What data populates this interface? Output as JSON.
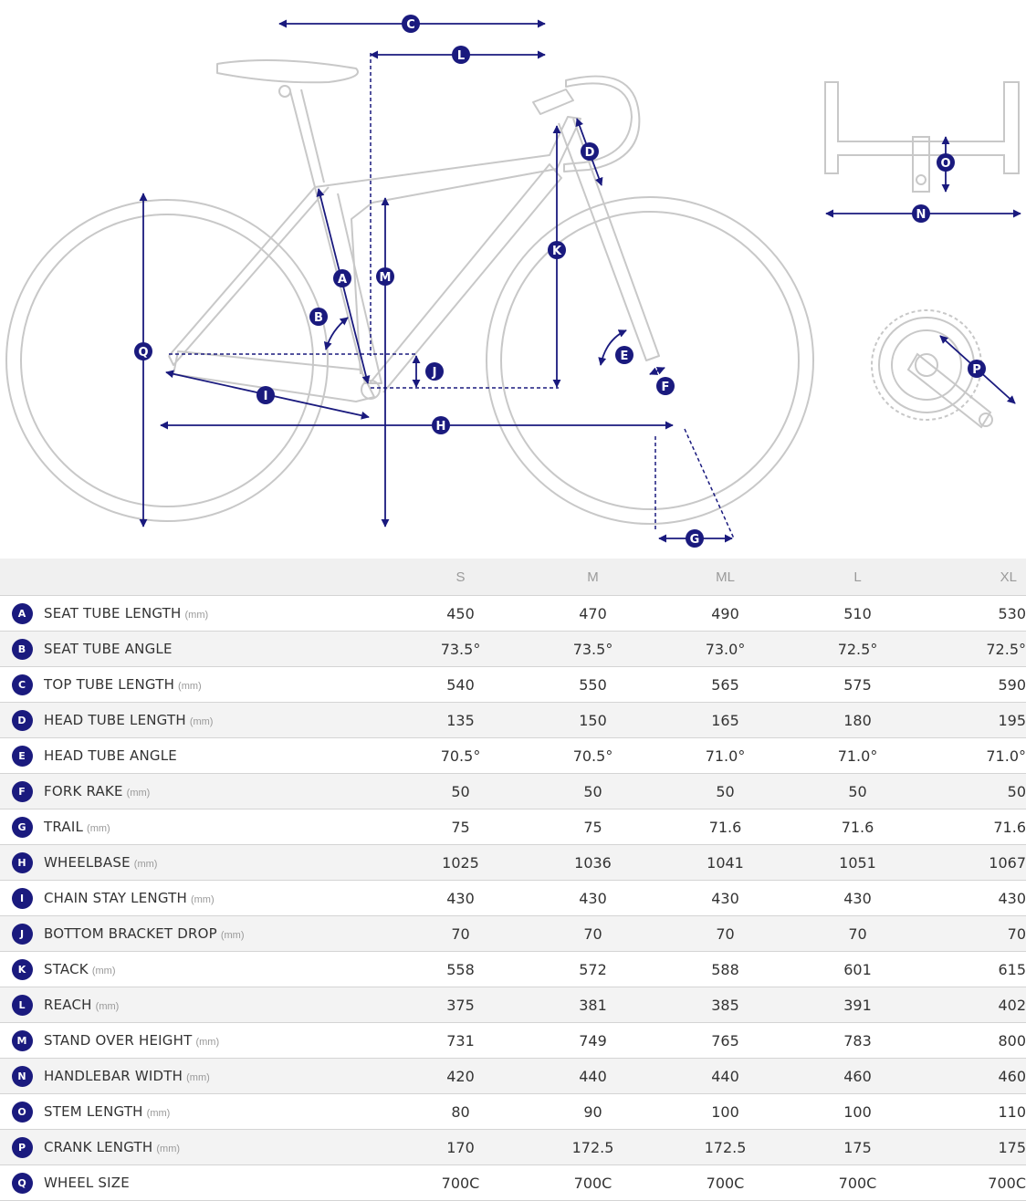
{
  "diagram_labels": {
    "A": "A",
    "B": "B",
    "C": "C",
    "D": "D",
    "E": "E",
    "F": "F",
    "G": "G",
    "H": "H",
    "I": "I",
    "J": "J",
    "K": "K",
    "L": "L",
    "M": "M",
    "N": "N",
    "O": "O",
    "P": "P",
    "Q": "Q"
  },
  "colors": {
    "accent": "#1a1a7e",
    "frame_line": "#c8c8c8",
    "header_bg": "#f0f0f0",
    "row_alt_bg": "#f3f3f3"
  },
  "table": {
    "headers": [
      "S",
      "M",
      "ML",
      "L",
      "XL"
    ],
    "rows": [
      {
        "letter": "A",
        "name": "SEAT TUBE LENGTH",
        "unit": "(mm)",
        "values": [
          "450",
          "470",
          "490",
          "510",
          "530"
        ]
      },
      {
        "letter": "B",
        "name": "SEAT TUBE ANGLE",
        "unit": "",
        "values": [
          "73.5°",
          "73.5°",
          "73.0°",
          "72.5°",
          "72.5°"
        ]
      },
      {
        "letter": "C",
        "name": "TOP TUBE LENGTH",
        "unit": "(mm)",
        "values": [
          "540",
          "550",
          "565",
          "575",
          "590"
        ]
      },
      {
        "letter": "D",
        "name": "HEAD TUBE LENGTH",
        "unit": "(mm)",
        "values": [
          "135",
          "150",
          "165",
          "180",
          "195"
        ]
      },
      {
        "letter": "E",
        "name": "HEAD TUBE ANGLE",
        "unit": "",
        "values": [
          "70.5°",
          "70.5°",
          "71.0°",
          "71.0°",
          "71.0°"
        ]
      },
      {
        "letter": "F",
        "name": "FORK RAKE",
        "unit": "(mm)",
        "values": [
          "50",
          "50",
          "50",
          "50",
          "50"
        ]
      },
      {
        "letter": "G",
        "name": "TRAIL",
        "unit": "(mm)",
        "values": [
          "75",
          "75",
          "71.6",
          "71.6",
          "71.6"
        ]
      },
      {
        "letter": "H",
        "name": "WHEELBASE",
        "unit": "(mm)",
        "values": [
          "1025",
          "1036",
          "1041",
          "1051",
          "1067"
        ]
      },
      {
        "letter": "I",
        "name": "CHAIN STAY LENGTH",
        "unit": "(mm)",
        "values": [
          "430",
          "430",
          "430",
          "430",
          "430"
        ]
      },
      {
        "letter": "J",
        "name": "BOTTOM BRACKET DROP",
        "unit": "(mm)",
        "values": [
          "70",
          "70",
          "70",
          "70",
          "70"
        ]
      },
      {
        "letter": "K",
        "name": "STACK",
        "unit": "(mm)",
        "values": [
          "558",
          "572",
          "588",
          "601",
          "615"
        ]
      },
      {
        "letter": "L",
        "name": "REACH",
        "unit": "(mm)",
        "values": [
          "375",
          "381",
          "385",
          "391",
          "402"
        ]
      },
      {
        "letter": "M",
        "name": "STAND OVER HEIGHT",
        "unit": "(mm)",
        "values": [
          "731",
          "749",
          "765",
          "783",
          "800"
        ]
      },
      {
        "letter": "N",
        "name": "HANDLEBAR WIDTH",
        "unit": "(mm)",
        "values": [
          "420",
          "440",
          "440",
          "460",
          "460"
        ]
      },
      {
        "letter": "O",
        "name": "STEM LENGTH",
        "unit": "(mm)",
        "values": [
          "80",
          "90",
          "100",
          "100",
          "110"
        ]
      },
      {
        "letter": "P",
        "name": "CRANK LENGTH",
        "unit": "(mm)",
        "values": [
          "170",
          "172.5",
          "172.5",
          "175",
          "175"
        ]
      },
      {
        "letter": "Q",
        "name": "WHEEL SIZE",
        "unit": "",
        "values": [
          "700C",
          "700C",
          "700C",
          "700C",
          "700C"
        ]
      }
    ]
  }
}
